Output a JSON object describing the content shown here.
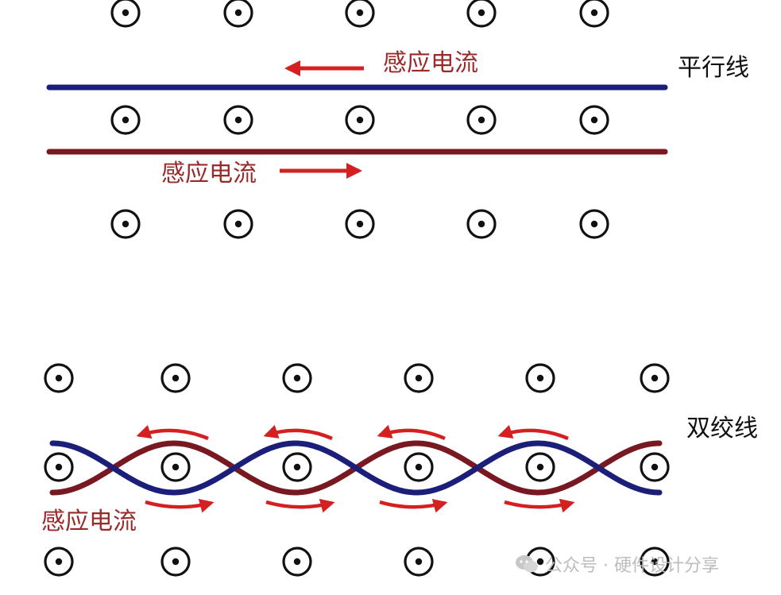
{
  "diagram": {
    "top_label": "平行线",
    "bottom_label": "双绞线",
    "induced_current_label": "感应电流",
    "watermark": "公众号 · 硬件设计分享",
    "colors": {
      "wire_blue": "#1c1f7a",
      "wire_red": "#781820",
      "arrow_red": "#d42020",
      "text_red": "#9a2a2a",
      "field_symbol": "#111111"
    },
    "field_symbol": "out-of-page-dot-in-circle-icon",
    "sections": [
      {
        "name": "parallel",
        "dot_rows": 3,
        "dots_per_row": 5,
        "induced_current_directions": [
          "left",
          "right"
        ]
      },
      {
        "name": "twisted-pair",
        "dot_rows": 3,
        "dots_per_row": 6,
        "half_twists": 5,
        "induced_current_directions": [
          "left",
          "right"
        ]
      }
    ]
  }
}
